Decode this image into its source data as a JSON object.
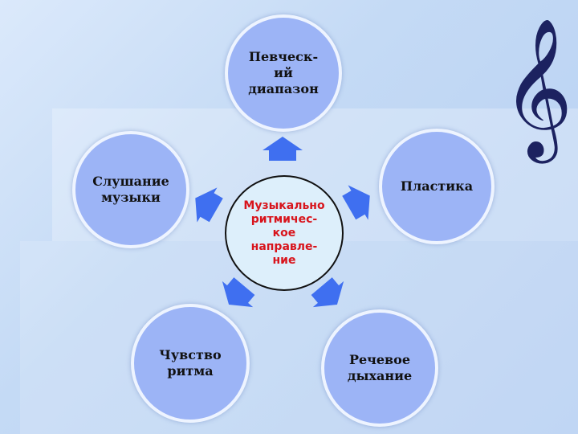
{
  "center": {
    "lines": [
      "Музыкально",
      "ритмичес-",
      "кое",
      "направле-",
      "ние"
    ]
  },
  "nodes": {
    "top": [
      "Певческ-",
      "ий",
      "диапазон"
    ],
    "left": [
      "Слушание",
      "музыки"
    ],
    "right": [
      "Пластика"
    ],
    "bottom_left": [
      "Чувство",
      "ритма"
    ],
    "bottom_right": [
      "Речевое",
      "дыхание"
    ]
  },
  "colors": {
    "node": "#9cb4f6",
    "arrow": "#3f6ff0",
    "center_text": "#d8141c"
  },
  "clef": "𝄞"
}
